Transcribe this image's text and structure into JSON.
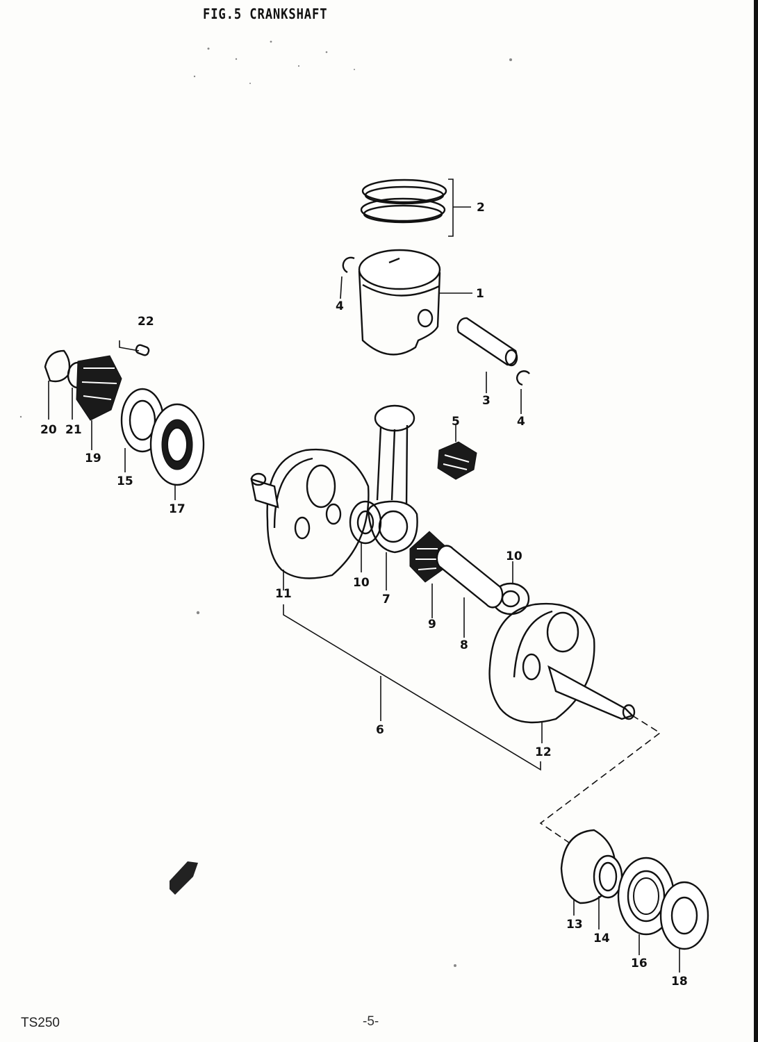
{
  "figure": {
    "title": "FIG.5  CRANKSHAFT"
  },
  "footer": {
    "model": "TS250",
    "page": "-5-"
  },
  "callouts": {
    "c1": "1",
    "c2": "2",
    "c3": "3",
    "c4a": "4",
    "c4b": "4",
    "c5": "5",
    "c6": "6",
    "c7": "7",
    "c8": "8",
    "c9": "9",
    "c10a": "10",
    "c10b": "10",
    "c11": "11",
    "c12": "12",
    "c13": "13",
    "c14": "14",
    "c15": "15",
    "c16": "16",
    "c17": "17",
    "c18": "18",
    "c19": "19",
    "c20": "20",
    "c21": "21",
    "c22": "22"
  }
}
